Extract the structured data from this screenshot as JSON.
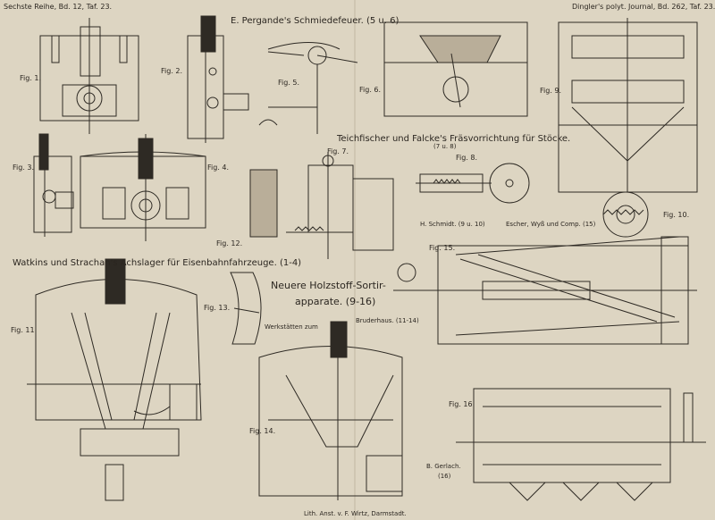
{
  "header": {
    "left": "Sechste Reihe, Bd. 12, Taf. 23.",
    "right": "Dingler's polyt. Journal, Bd. 262, Taf. 23."
  },
  "captions": {
    "pergande": "E. Pergande's Schmiedefeuer. (5 u. 6)",
    "teichfischer": "Teichfischer und Falcke's Fräsvorrichtung für Stöcke.",
    "teichfischer_figs": "(7 u. 8)",
    "watkins": "Watkins und Strachan's Achslager für Eisenbahnfahrzeuge. (1-4)",
    "schmidt": "H. Schmidt. (9 u. 10)",
    "escher": "Escher, Wyß und Comp. (15)",
    "holzstoff1": "Neuere Holzstoff-Sortir-",
    "holzstoff2": "apparate. (9-16)",
    "werkstaetten": "Werkstätten zum",
    "bruderhaus": "Bruderhaus. (11-14)",
    "gerlach": "B. Gerlach.",
    "gerlach_fig": "(16)",
    "lith": "Lith. Anst. v. F. Wirtz, Darmstadt."
  },
  "figures": {
    "f1": "Fig. 1.",
    "f2": "Fig. 2.",
    "f3": "Fig. 3.",
    "f4": "Fig. 4.",
    "f5": "Fig. 5.",
    "f6": "Fig. 6.",
    "f7": "Fig. 7.",
    "f8": "Fig. 8.",
    "f9": "Fig. 9.",
    "f10": "Fig. 10.",
    "f11": "Fig. 11.",
    "f12": "Fig. 12.",
    "f13": "Fig. 13.",
    "f14": "Fig. 14.",
    "f15": "Fig. 15.",
    "f16": "Fig. 16."
  }
}
